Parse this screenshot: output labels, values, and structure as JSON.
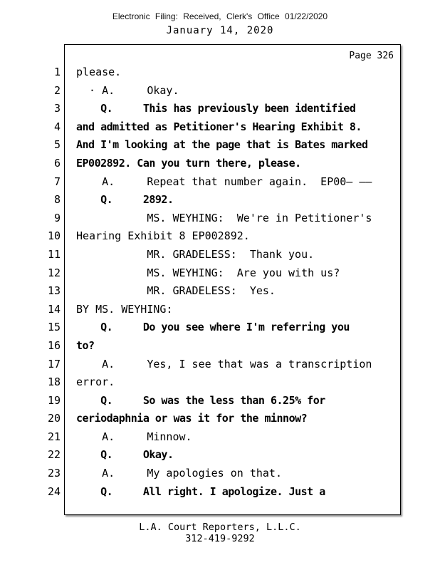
{
  "header": {
    "filing": "Electronic Filing: Received, Clerk's Office 01/22/2020",
    "date": "January 14, 2020"
  },
  "page": {
    "label": "Page 326"
  },
  "transcript": {
    "lines": [
      {
        "num": "1",
        "bold": false,
        "text": "please."
      },
      {
        "num": "2",
        "bold": false,
        "text": "  · A.     Okay."
      },
      {
        "num": "3",
        "bold": true,
        "text": "    Q.     This has previously been identified"
      },
      {
        "num": "4",
        "bold": true,
        "text": "and admitted as Petitioner's Hearing Exhibit 8."
      },
      {
        "num": "5",
        "bold": true,
        "text": "And I'm looking at the page that is Bates marked"
      },
      {
        "num": "6",
        "bold": true,
        "text": "EP002892. Can you turn there, please."
      },
      {
        "num": "7",
        "bold": false,
        "text": "    A.     Repeat that number again.  EP00— ——"
      },
      {
        "num": "8",
        "bold": true,
        "text": "    Q.     2892."
      },
      {
        "num": "9",
        "bold": false,
        "text": "           MS. WEYHING:  We're in Petitioner's"
      },
      {
        "num": "10",
        "bold": false,
        "text": "Hearing Exhibit 8 EP002892."
      },
      {
        "num": "11",
        "bold": false,
        "text": "           MR. GRADELESS:  Thank you."
      },
      {
        "num": "12",
        "bold": false,
        "text": "           MS. WEYHING:  Are you with us?"
      },
      {
        "num": "13",
        "bold": false,
        "text": "           MR. GRADELESS:  Yes."
      },
      {
        "num": "14",
        "bold": false,
        "text": "BY MS. WEYHING:"
      },
      {
        "num": "15",
        "bold": true,
        "text": "    Q.     Do you see where I'm referring you"
      },
      {
        "num": "16",
        "bold": true,
        "text": "to?"
      },
      {
        "num": "17",
        "bold": false,
        "text": "    A.     Yes, I see that was a transcription"
      },
      {
        "num": "18",
        "bold": false,
        "text": "error."
      },
      {
        "num": "19",
        "bold": true,
        "text": "    Q.     So was the less than 6.25% for"
      },
      {
        "num": "20",
        "bold": true,
        "text": "ceriodaphnia or was it for the minnow?"
      },
      {
        "num": "21",
        "bold": false,
        "text": "    A.     Minnow."
      },
      {
        "num": "22",
        "bold": true,
        "text": "    Q.     Okay."
      },
      {
        "num": "23",
        "bold": false,
        "text": "    A.     My apologies on that."
      },
      {
        "num": "24",
        "bold": true,
        "text": "    Q.     All right. I apologize. Just a"
      }
    ]
  },
  "footer": {
    "company": "L.A. Court Reporters, L.L.C.",
    "phone": "312-419-9292"
  }
}
